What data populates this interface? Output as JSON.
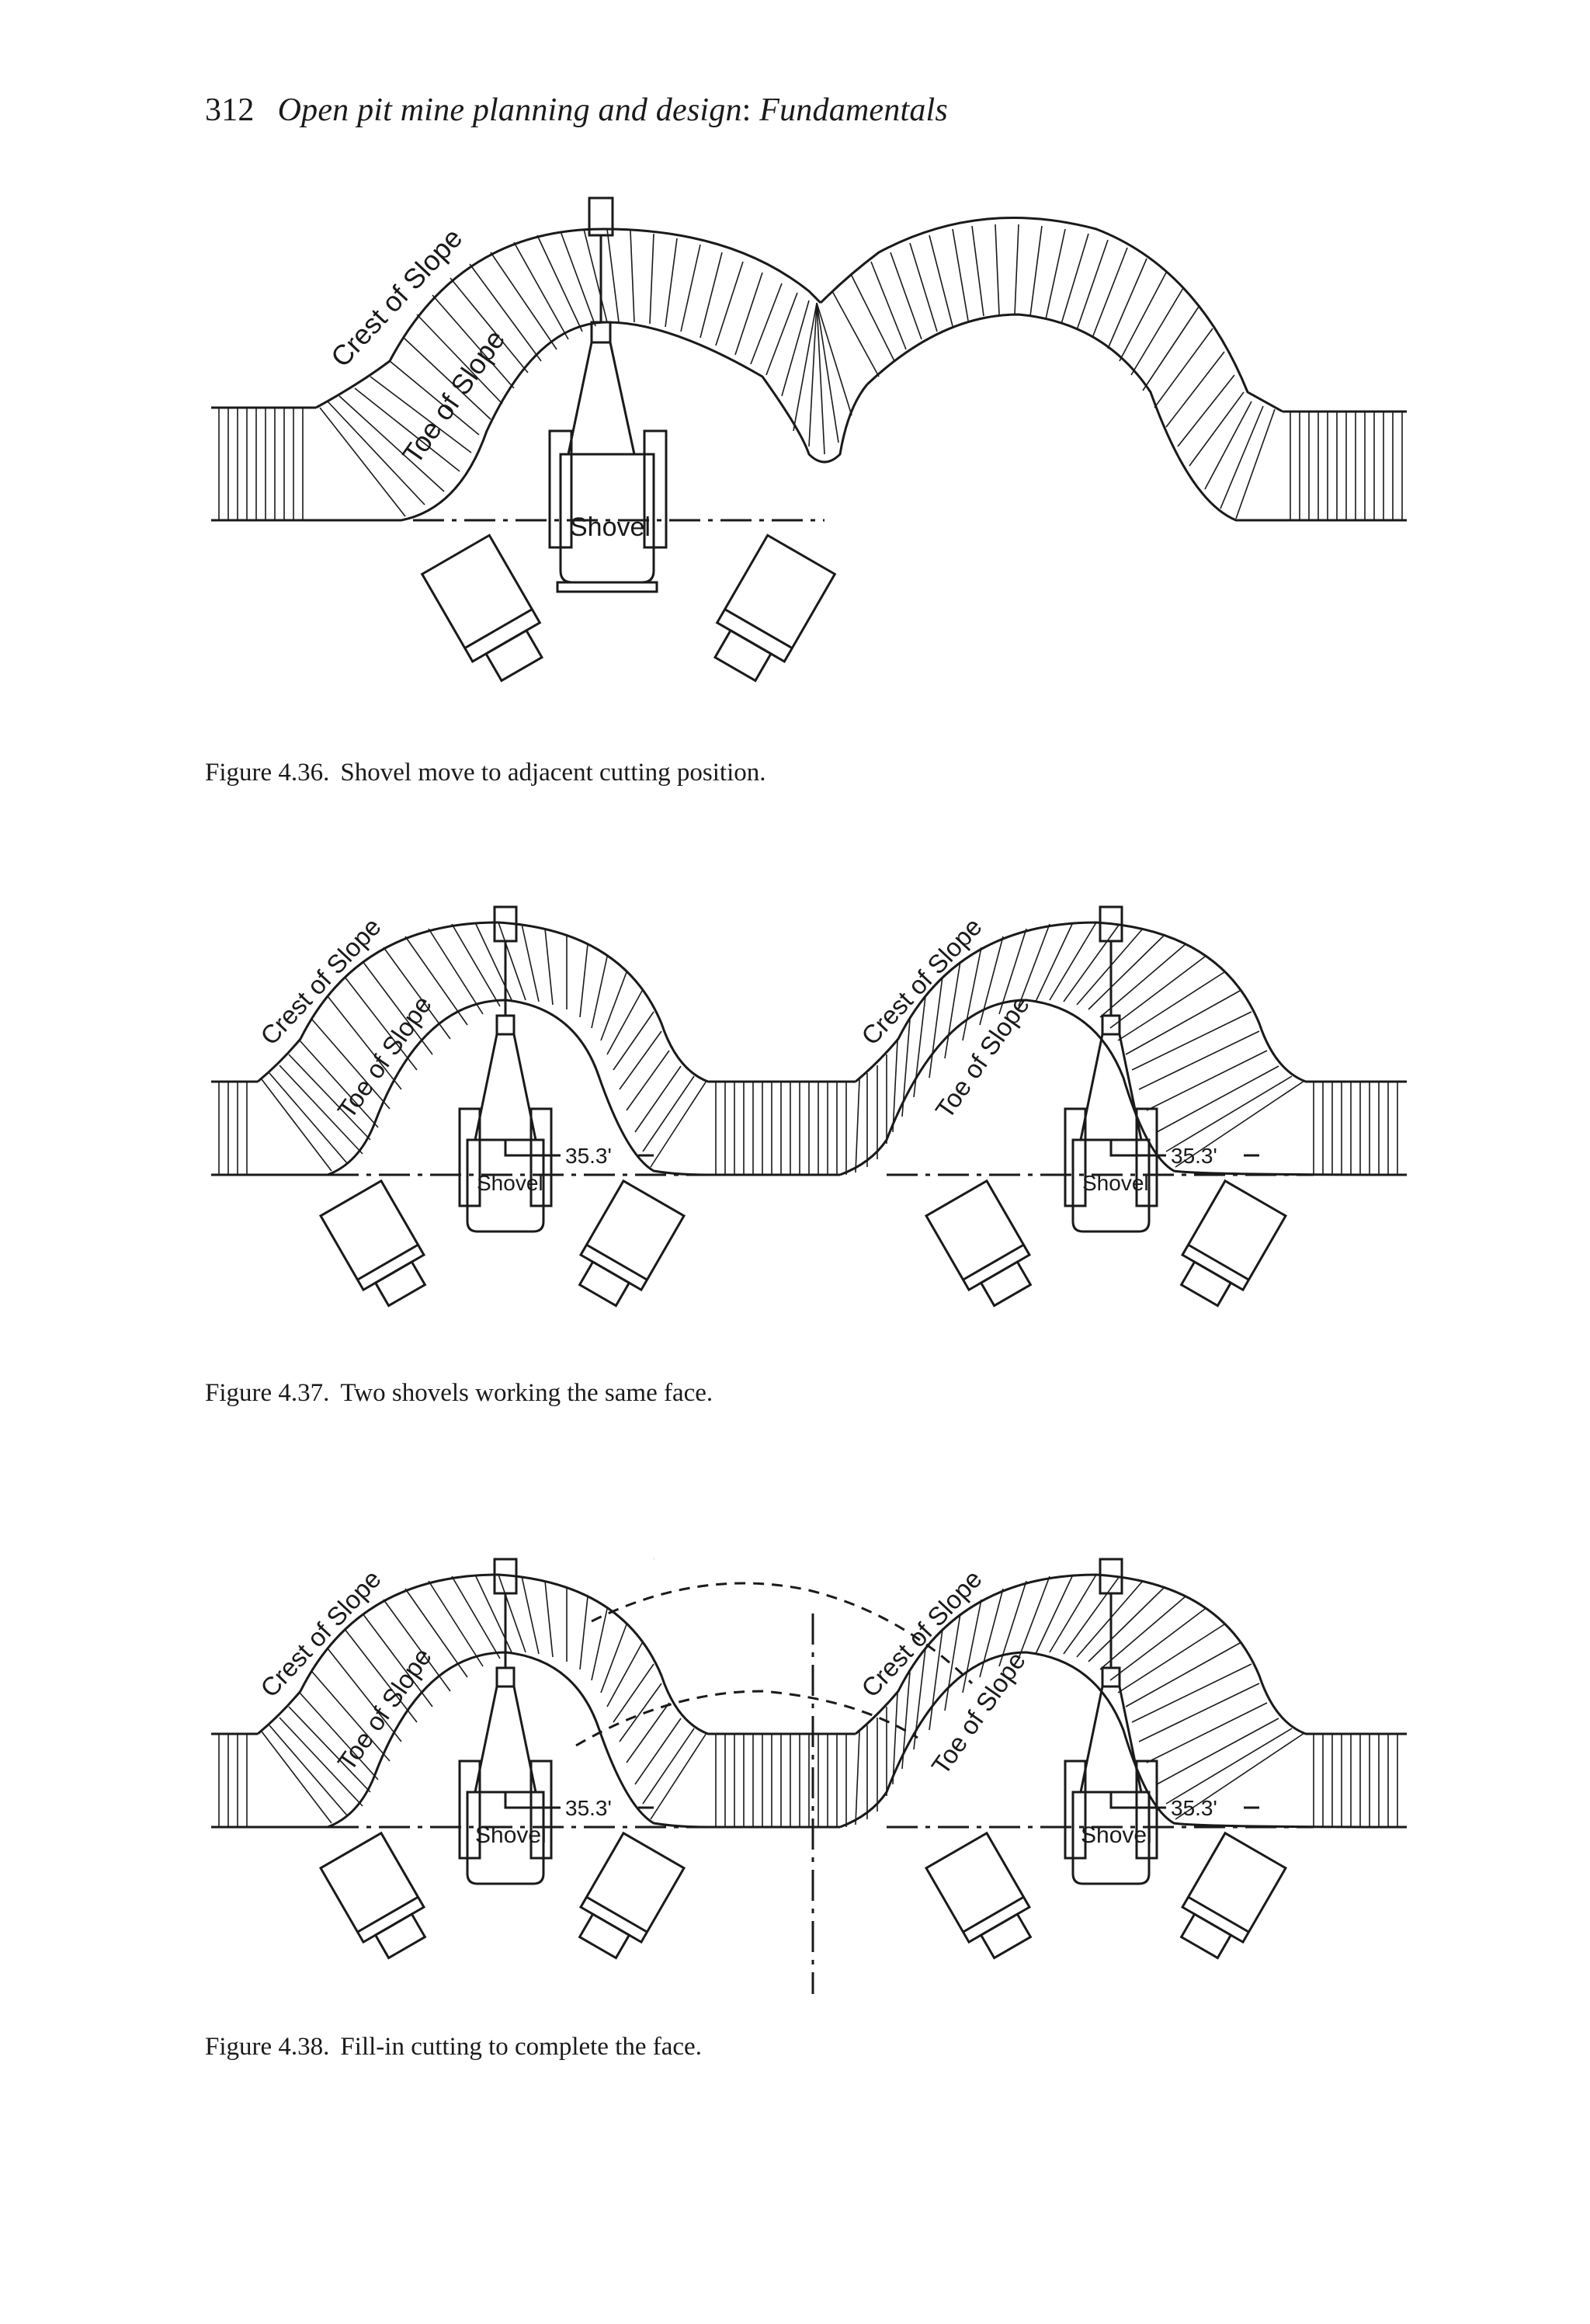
{
  "header": {
    "page_number": "312",
    "title_italic": "Open pit mine planning and design",
    "title_separator": ":",
    "title_rest": "Fundamentals"
  },
  "figures": [
    {
      "caption_number": "Figure 4.36.",
      "caption_text": "Shovel move to adjacent cutting position.",
      "labels": {
        "crest": "Crest of Slope",
        "toe": "Toe of Slope",
        "shovel": "Shovel"
      }
    },
    {
      "caption_number": "Figure 4.37.",
      "caption_text": "Two shovels working the same face.",
      "labels": {
        "crest": "Crest of Slope",
        "toe": "Toe of Slope",
        "shovel": "Shovel",
        "dimension": "35.3'"
      }
    },
    {
      "caption_number": "Figure 4.38.",
      "caption_text": "Fill-in cutting to complete the face.",
      "labels": {
        "crest": "Crest of Slope",
        "toe": "Toe of Slope",
        "shovel": "Shovel",
        "dimension": "35.3'"
      }
    }
  ]
}
